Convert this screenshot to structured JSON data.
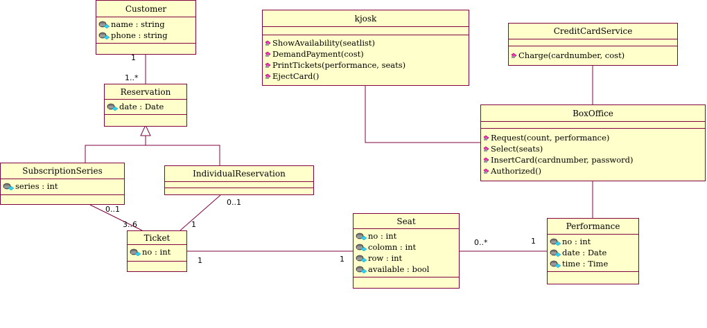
{
  "icons": {
    "attribute": "attribute-icon",
    "operation": "operation-icon"
  },
  "colors": {
    "fill": "#ffffcc",
    "stroke": "#800040",
    "attr_blue": "#33ccff",
    "op_pink": "#ff33cc"
  },
  "classes": {
    "customer": {
      "name": "Customer",
      "attributes": [
        "name : string",
        "phone : string"
      ]
    },
    "reservation": {
      "name": "Reservation",
      "attributes": [
        "date : Date"
      ]
    },
    "subscription_series": {
      "name": "SubscriptionSeries",
      "attributes": [
        "series : int"
      ]
    },
    "individual_reservation": {
      "name": "IndividualReservation"
    },
    "ticket": {
      "name": "Ticket",
      "attributes": [
        "no : int"
      ]
    },
    "seat": {
      "name": "Seat",
      "attributes": [
        "no : int",
        "colomn : int",
        "row : int",
        "available : bool"
      ]
    },
    "performance": {
      "name": "Performance",
      "attributes": [
        "no : int",
        "date : Date",
        "time : Time"
      ]
    },
    "kiosk": {
      "name": "kjosk",
      "operations": [
        "ShowAvailability(seatlist)",
        "DemandPayment(cost)",
        "PrintTickets(performance, seats)",
        "EjectCard()"
      ]
    },
    "credit_card_service": {
      "name": "CreditCardService",
      "operations": [
        "Charge(cardnumber, cost)"
      ]
    },
    "box_office": {
      "name": "BoxOffice",
      "operations": [
        "Request(count, performance)",
        "Select(seats)",
        "InsertCard(cardnumber, password)",
        "Authorized()"
      ]
    }
  },
  "multiplicities": {
    "customer_end": "1",
    "reservation_end": "1..*",
    "subscription_end": "0..1",
    "ticket_from_subscription": "3..6",
    "individual_end": "0..1",
    "ticket_from_individual": "1",
    "ticket_to_seat": "1",
    "seat_from_ticket": "1",
    "seat_to_performance": "0..*",
    "performance_end": "1"
  }
}
